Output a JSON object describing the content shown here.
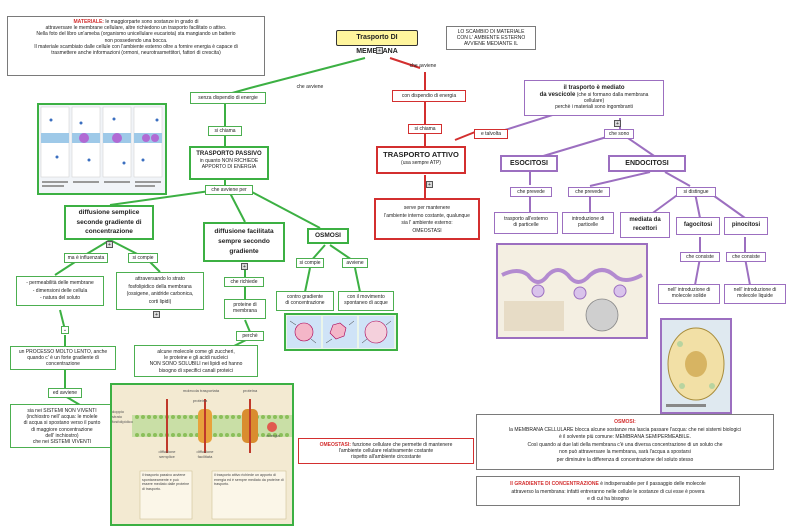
{
  "title": "Trasporto DI MEMBRANA",
  "intro": {
    "label": "MATERIALE:",
    "lines": [
      "le maggiorparte sono sostanze in grado di",
      "attraversare le membrane cellulare, altre richiedono un trasporto facilitato o attivo.",
      "Nella foto del libro un'ameba (organismo unicellulare eucariota) sta mangiando un batterio",
      "non possedendo una bocca.",
      "Il materiale scambiato dalle cellule con l'ambiente esterno oltre a fornire energia è capace di",
      "trasmettere anche informazioni (ormoni, neurotrasmettitori, fattori di crescita)"
    ]
  },
  "scambio": [
    "LO SCAMBIO DI MATERIALE",
    "CON L' AMBIENTE ESTERNO",
    "AVVIENE MEDIANTE IL"
  ],
  "links": {
    "che_avviene_left": "che avviene",
    "che_avviene_right": "che avviene",
    "si_chiama": "si chiama",
    "si_chiama2": "si chiama",
    "che_avviene_per": "che avviene per",
    "ma_e_influenzata": "ma è influenzata",
    "si_compie": "si compie",
    "si_compie2": "si compie",
    "avviene": "avviene",
    "che_richiede": "che richiede",
    "perche": "perchè",
    "ed_avviene": "ed avviene",
    "e_talvolta": "e talvolta",
    "che_sono": "che sono",
    "che_prevede": "che prevede",
    "che_prevede2": "che prevede",
    "si_distingue": "si distingue",
    "che_consiste": "che consiste",
    "che_consiste2": "che consiste"
  },
  "senza_dispendio": "senza dispendio di energie",
  "con_dispendio": "con dispendio di energia",
  "passivo": [
    "TRASPORTO PASSIVO",
    "in quanto NON RICHIEDE",
    "APPORTO DI ENERGIA"
  ],
  "attivo": [
    "TRASPORTO ATTIVO",
    "(usa sempre ATP)"
  ],
  "serve": [
    "serve per mantenere",
    "l'ambiente interno costante, qualunque",
    "sia l' ambiente esterno:",
    "OMEOSTASI"
  ],
  "diff_semplice": [
    "diffusione semplice",
    "seconde gradiente di",
    "concentrazione"
  ],
  "diff_facilitata": [
    "diffusione facilitata",
    "sempre secondo",
    "gradiente"
  ],
  "osmosi": "OSMOSI",
  "fattori": [
    "- permeabilità delle membrane",
    "- dimensioni delle cellula",
    "- natura del soluto"
  ],
  "strato": [
    "attraversando lo strato",
    "fosfolipidico della membrana",
    "(ossigene, anidride carbonica,",
    "corti lipidi)"
  ],
  "proteine": [
    "proteine di",
    "membrana"
  ],
  "gradiente_osm": [
    "contro gradiente",
    "di concentrazione"
  ],
  "movimento": [
    "con il movimento",
    "spontaneo di acque"
  ],
  "lento": [
    "un PROCESSO MOLTO LENTO, anche",
    "quando c' è un forte gradiente di",
    "concentrazione"
  ],
  "sistemi": [
    "sia nei SISTEMI NON VIVENTI",
    "(inchiostro nell' acqua: le molele",
    "di acqua si spostano verso il punto",
    "di maggiore concentrazione",
    "dell' inchiostro)",
    "che nei SISTEMI VIVENTI"
  ],
  "molecole": [
    "alcune molecole come gli zuccheri,",
    "le proteine e gli acidi nucleici",
    "NON SONO SOLUBILI nei lipidi ed hanno",
    "bisogno di specifici canali proteici"
  ],
  "vescicole": [
    "il trasporto è mediato",
    "da vescicole (che si formano dalla membrana",
    "cellulare)",
    "perchè i materiali sono ingombranti"
  ],
  "esocitosi": "ESOCITOSI",
  "endocitosi": "ENDOCITOSI",
  "trasporto_esterno": [
    "trasporto all'esterno",
    "di particelle"
  ],
  "introduzione": [
    "introduzione di",
    "particelle"
  ],
  "mediata": [
    "mediata da",
    "recettori"
  ],
  "fagocitosi": "fagocitosi",
  "pinocitosi": "pinocitosi",
  "solide": [
    "nell' introduzione di",
    "molecole solide"
  ],
  "liquide": [
    "nell' introduzione di",
    "molecole liquide"
  ],
  "omeostasi_note": {
    "label": "OMEOSTASI:",
    "lines": [
      "funzione cellulare che permette di mantenere",
      "l'ambiente cellulare relativamente costante",
      "rispetto all'ambiente circostante"
    ]
  },
  "osmosi_note": {
    "label": "OSMOSI:",
    "lines": [
      "la MEMBRANA CELLULARE blocca alcune sostanze ma lascia passare l'acqua: che nei sistemi biologici",
      "è il solvente più comune: MEMBRANA SEMIPERMEABILE.",
      "Così quando ai due lati della membrana c'è una diversa concentrazione di un soluto che",
      "non può attraversare la membrana, sarà l'acqua a spostarsi",
      "per diminuire la differenza di concentrazione del soluto stesso"
    ]
  },
  "gradiente_note": {
    "label": "Il GRADIENTE DI CONCENTRAZIONE",
    "lines": [
      "è indispensabile per il passaggio delle molecole",
      "attraverso la membrana: infatti entreranno nelle cellule le sostanze di cui esse è povera",
      "e di cui ha bisogno"
    ]
  },
  "figure_labels": {
    "doppio_strato": "doppio strato fosfolipidico",
    "molecola_trasportata": "molecola trasportata",
    "proteina": "proteina",
    "diffusione_semplice": "diffusione semplice",
    "diffusione_facilitata": "diffusione facilitata",
    "energia": "energia",
    "passivo_caption": "il trasporto passivo avviene spontaneamente e può essere mediato dalle proteine di trasporto.",
    "attivo_caption": "il trasporto attivo richiede un apporto di energia ed è sempre mediato da proteine di trasporto."
  },
  "colors": {
    "green": "#3cb043",
    "red": "#d32f2f",
    "purple": "#9c6fc0",
    "yellow": "#fff59d",
    "fig_bg": "#f3ead2",
    "membrane": "#8bbf5a"
  }
}
